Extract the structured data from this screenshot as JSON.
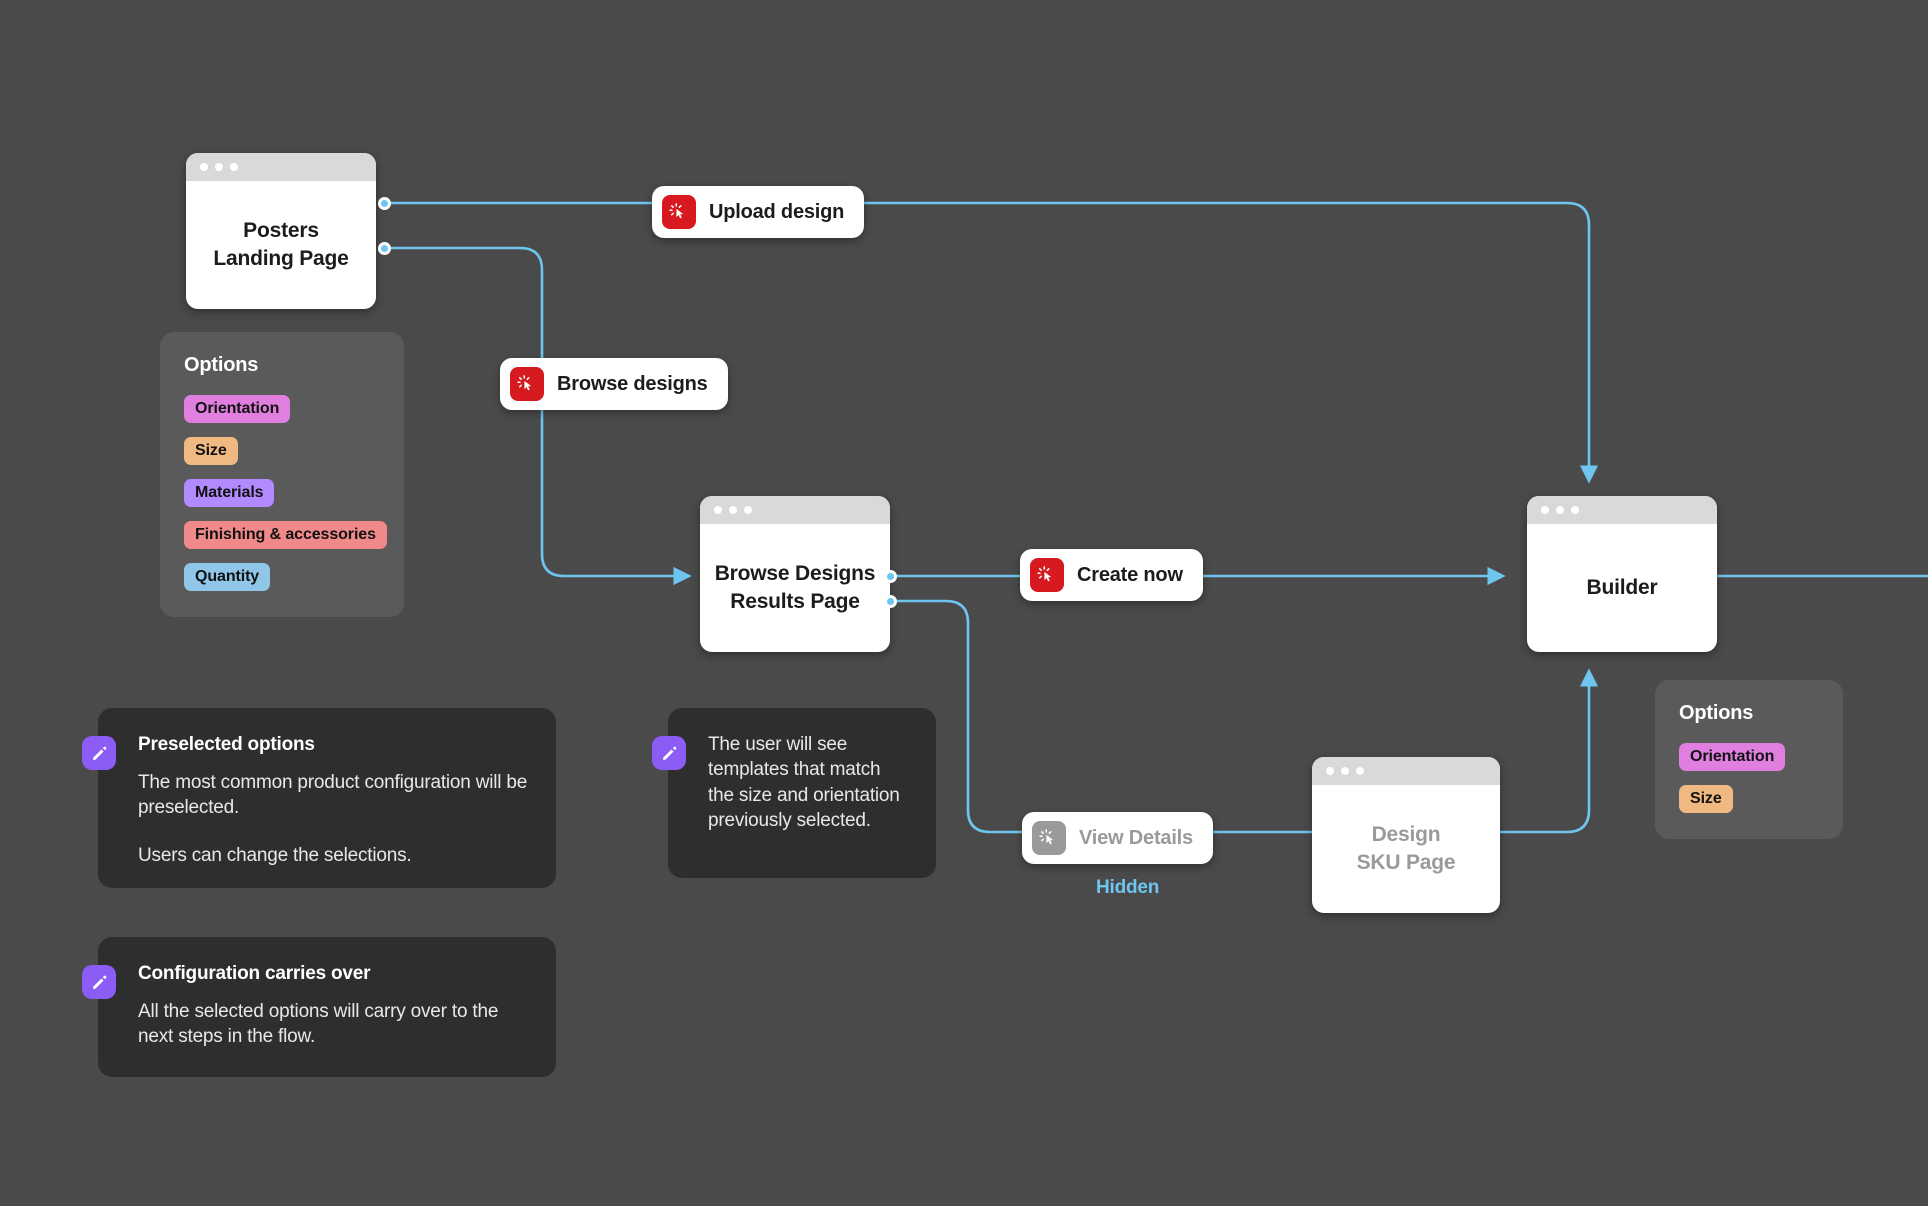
{
  "canvas": {
    "background": "#4a4a4a",
    "edge_color": "#6ec6f0"
  },
  "nodes": [
    {
      "id": "posters-landing-page",
      "label": "Posters\nLanding Page",
      "muted": false
    },
    {
      "id": "browse-designs-results-page",
      "label": "Browse Designs\nResults Page",
      "muted": false
    },
    {
      "id": "builder",
      "label": "Builder",
      "muted": false
    },
    {
      "id": "design-sku-page",
      "label": "Design\nSKU Page",
      "muted": true
    }
  ],
  "node_labels": {
    "posters_landing_line1": "Posters",
    "posters_landing_line2": "Landing Page",
    "browse_results_line1": "Browse Designs",
    "browse_results_line2": "Results Page",
    "builder": "Builder",
    "design_sku_line1": "Design",
    "design_sku_line2": "SKU Page"
  },
  "actions": [
    {
      "id": "upload-design",
      "label": "Upload design",
      "icon": "click-icon",
      "disabled": false
    },
    {
      "id": "browse-designs",
      "label": "Browse designs",
      "icon": "click-icon",
      "disabled": false
    },
    {
      "id": "create-now",
      "label": "Create now",
      "icon": "click-icon",
      "disabled": false
    },
    {
      "id": "view-details",
      "label": "View Details",
      "icon": "click-icon",
      "disabled": true
    }
  ],
  "action_labels": {
    "upload_design": "Upload design",
    "browse_designs": "Browse designs",
    "create_now": "Create now",
    "view_details": "View Details"
  },
  "options_panels": [
    {
      "id": "landing-options",
      "title": "Options",
      "tags": [
        {
          "label": "Orientation",
          "color": "#e07fe0"
        },
        {
          "label": "Size",
          "color": "#f0b982"
        },
        {
          "label": "Materials",
          "color": "#b18aff"
        },
        {
          "label": "Finishing & accessories",
          "color": "#f08a8a"
        },
        {
          "label": "Quantity",
          "color": "#90c6e8"
        }
      ]
    },
    {
      "id": "builder-options",
      "title": "Options",
      "tags": [
        {
          "label": "Orientation",
          "color": "#e07fe0"
        },
        {
          "label": "Size",
          "color": "#f0b982"
        }
      ]
    }
  ],
  "options_text": {
    "title": "Options",
    "orientation": "Orientation",
    "size": "Size",
    "materials": "Materials",
    "finishing": "Finishing & accessories",
    "quantity": "Quantity"
  },
  "notes": [
    {
      "id": "preselected-options",
      "title": "Preselected options",
      "paragraphs": [
        "The most common product configuration will be preselected.",
        "Users can change the selections."
      ]
    },
    {
      "id": "template-match",
      "title": "",
      "paragraphs": [
        "The user will see templates that match the size and orientation previously selected."
      ]
    },
    {
      "id": "configuration-carries-over",
      "title": "Configuration carries over",
      "paragraphs": [
        "All the selected options will carry over to the next steps in the flow."
      ]
    }
  ],
  "note_text": {
    "preselected_title": "Preselected options",
    "preselected_p1": "The most common product configuration will be preselected.",
    "preselected_p2": "Users can change the selections.",
    "template_p1": "The user will see templates that match the size and orientation previously selected.",
    "carries_title": "Configuration carries over",
    "carries_p1": "All the selected options will carry over to the next steps in the flow."
  },
  "captions": {
    "hidden": "Hidden"
  },
  "colors": {
    "edge": "#6ec6f0",
    "click_badge": "#d71920",
    "click_badge_disabled": "#9a9a9a",
    "note_badge": "#8b5cf6",
    "tag_orientation": "#e07fe0",
    "tag_size": "#f0b982",
    "tag_materials": "#b18aff",
    "tag_finishing": "#f08a8a",
    "tag_quantity": "#90c6e8",
    "muted_text": "#9a9a9a"
  }
}
